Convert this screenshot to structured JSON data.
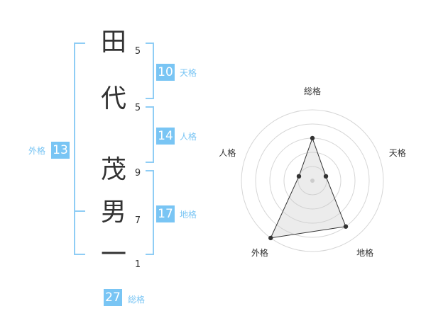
{
  "name_chars": [
    {
      "char": "田",
      "strokes": "5"
    },
    {
      "char": "代",
      "strokes": "5"
    },
    {
      "char": "茂",
      "strokes": "9"
    },
    {
      "char": "男",
      "strokes": "7"
    },
    {
      "char": "一",
      "strokes": "1"
    }
  ],
  "kaku": {
    "tenkaku": {
      "value": "10",
      "label": "天格"
    },
    "jinkaku": {
      "value": "14",
      "label": "人格"
    },
    "chikaku": {
      "value": "17",
      "label": "地格"
    },
    "gaikaku": {
      "value": "13",
      "label": "外格"
    },
    "soukaku": {
      "value": "27",
      "label": "総格"
    }
  },
  "colors": {
    "accent": "#79c5f4",
    "bracket": "#8fcdf5",
    "text": "#333333"
  },
  "chart_data": {
    "type": "radar",
    "axes": [
      "総格",
      "天格",
      "地格",
      "外格",
      "人格"
    ],
    "values": [
      3,
      1,
      4,
      5,
      1
    ],
    "rmax": 5,
    "rings": 5,
    "grid": true
  }
}
